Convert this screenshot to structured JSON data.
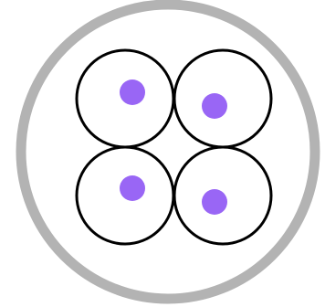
{
  "colors": {
    "background": "#ffffff",
    "outer_ring": "#b3b3b3",
    "cell_stroke": "#000000",
    "cell_fill": "#ffffff",
    "nucleus": "#9966f5"
  },
  "cells": [
    {
      "name": "cell-top-left"
    },
    {
      "name": "cell-top-right"
    },
    {
      "name": "cell-bottom-left"
    },
    {
      "name": "cell-bottom-right"
    }
  ]
}
